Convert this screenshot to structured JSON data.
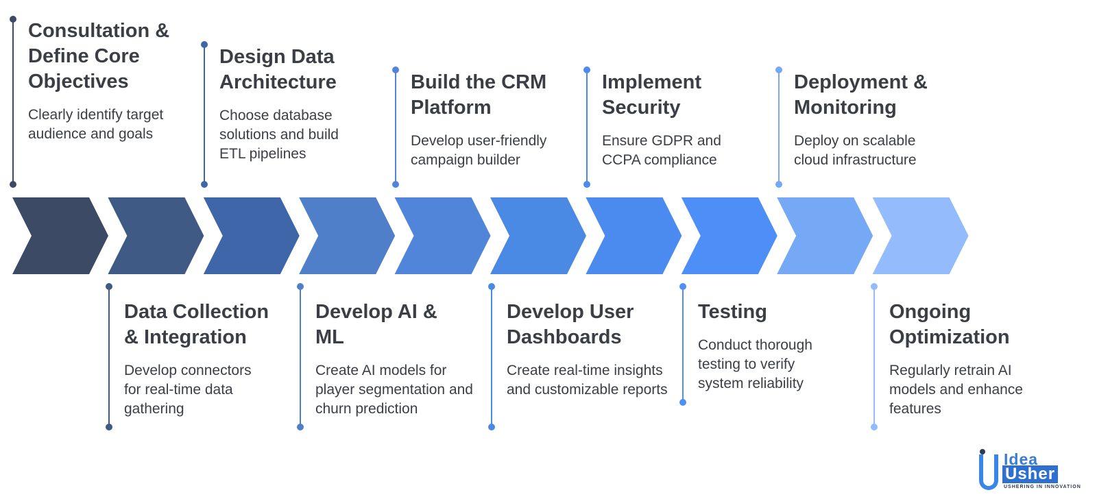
{
  "steps": [
    {
      "title": "Consultation & Define Core Objectives",
      "desc": "Clearly identify target audience and goals",
      "color": "#3d4a66"
    },
    {
      "title": "Data Collection & Integration",
      "desc": "Develop connectors for real-time data gathering",
      "color": "#3e5a85"
    },
    {
      "title": "Design Data Architecture",
      "desc": "Choose database solutions and build ETL pipelines",
      "color": "#3f66a8"
    },
    {
      "title": "Develop AI & ML",
      "desc": "Create AI models for player segmentation and churn prediction",
      "color": "#4e7fc8"
    },
    {
      "title": "Build the CRM Platform",
      "desc": "Develop user-friendly campaign builder",
      "color": "#5185d9"
    },
    {
      "title": "Develop User Dashboards",
      "desc": "Create real-time insights and customizable reports",
      "color": "#4a89e4"
    },
    {
      "title": "Implement Security",
      "desc": "Ensure GDPR and CCPA compliance",
      "color": "#4b8aee"
    },
    {
      "title": "Testing",
      "desc": "Conduct thorough testing to verify system reliability",
      "color": "#4d8ff7"
    },
    {
      "title": "Deployment & Monitoring",
      "desc": "Deploy on scalable cloud infrastructure",
      "color": "#75a9f6"
    },
    {
      "title": "Ongoing Optimization",
      "desc": "Regularly retrain AI models and enhance features",
      "color": "#94bbfb"
    }
  ],
  "logo": {
    "line1": "Idea",
    "line2": "Usher",
    "tagline": "USHERING IN INNOVATION"
  }
}
